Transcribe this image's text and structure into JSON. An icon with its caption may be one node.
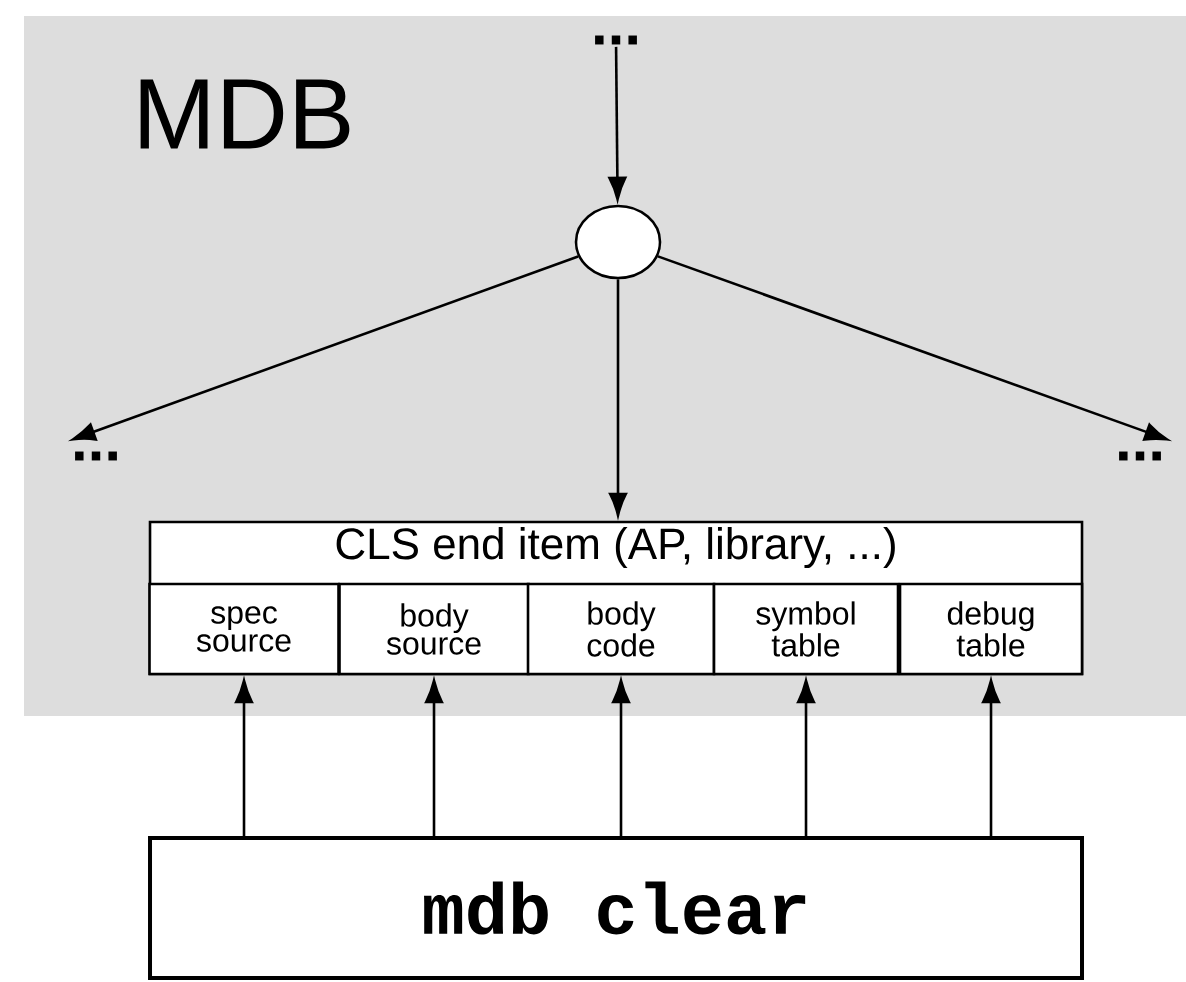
{
  "diagram": {
    "nodes": [
      {
        "text": [
          "MDB"
        ]
      },
      {
        "text": [
          "..."
        ],
        "in": 0
      },
      {
        "text": [],
        "shape": "circle",
        "in": 0
      },
      {
        "text": [
          "..."
        ],
        "in": 0
      },
      {
        "text": [
          "..."
        ],
        "in": 0
      },
      {
        "text": [
          "CLS end item (AP, library, ...)"
        ],
        "in": 0
      },
      {
        "text": [
          "spec source"
        ],
        "in": 5
      },
      {
        "text": [
          "body source"
        ],
        "in": 5
      },
      {
        "text": [
          "body code"
        ],
        "in": 5
      },
      {
        "text": [
          "symbol table"
        ],
        "in": 5
      },
      {
        "text": [
          "debug table"
        ],
        "in": 5
      },
      {
        "text": [
          "mdb clear"
        ]
      }
    ],
    "edges": [
      {
        "from": 1,
        "to": 2,
        "arrow": "to"
      },
      {
        "from": 2,
        "to": 3,
        "arrow": "to"
      },
      {
        "from": 2,
        "to": 5,
        "arrow": "to"
      },
      {
        "from": 2,
        "to": 4,
        "arrow": "to"
      },
      {
        "from": 11,
        "to": 6,
        "arrow": "to"
      },
      {
        "from": 11,
        "to": 7,
        "arrow": "to"
      },
      {
        "from": 11,
        "to": 8,
        "arrow": "to"
      },
      {
        "from": 11,
        "to": 9,
        "arrow": "to"
      },
      {
        "from": 11,
        "to": 10,
        "arrow": "to"
      }
    ]
  }
}
